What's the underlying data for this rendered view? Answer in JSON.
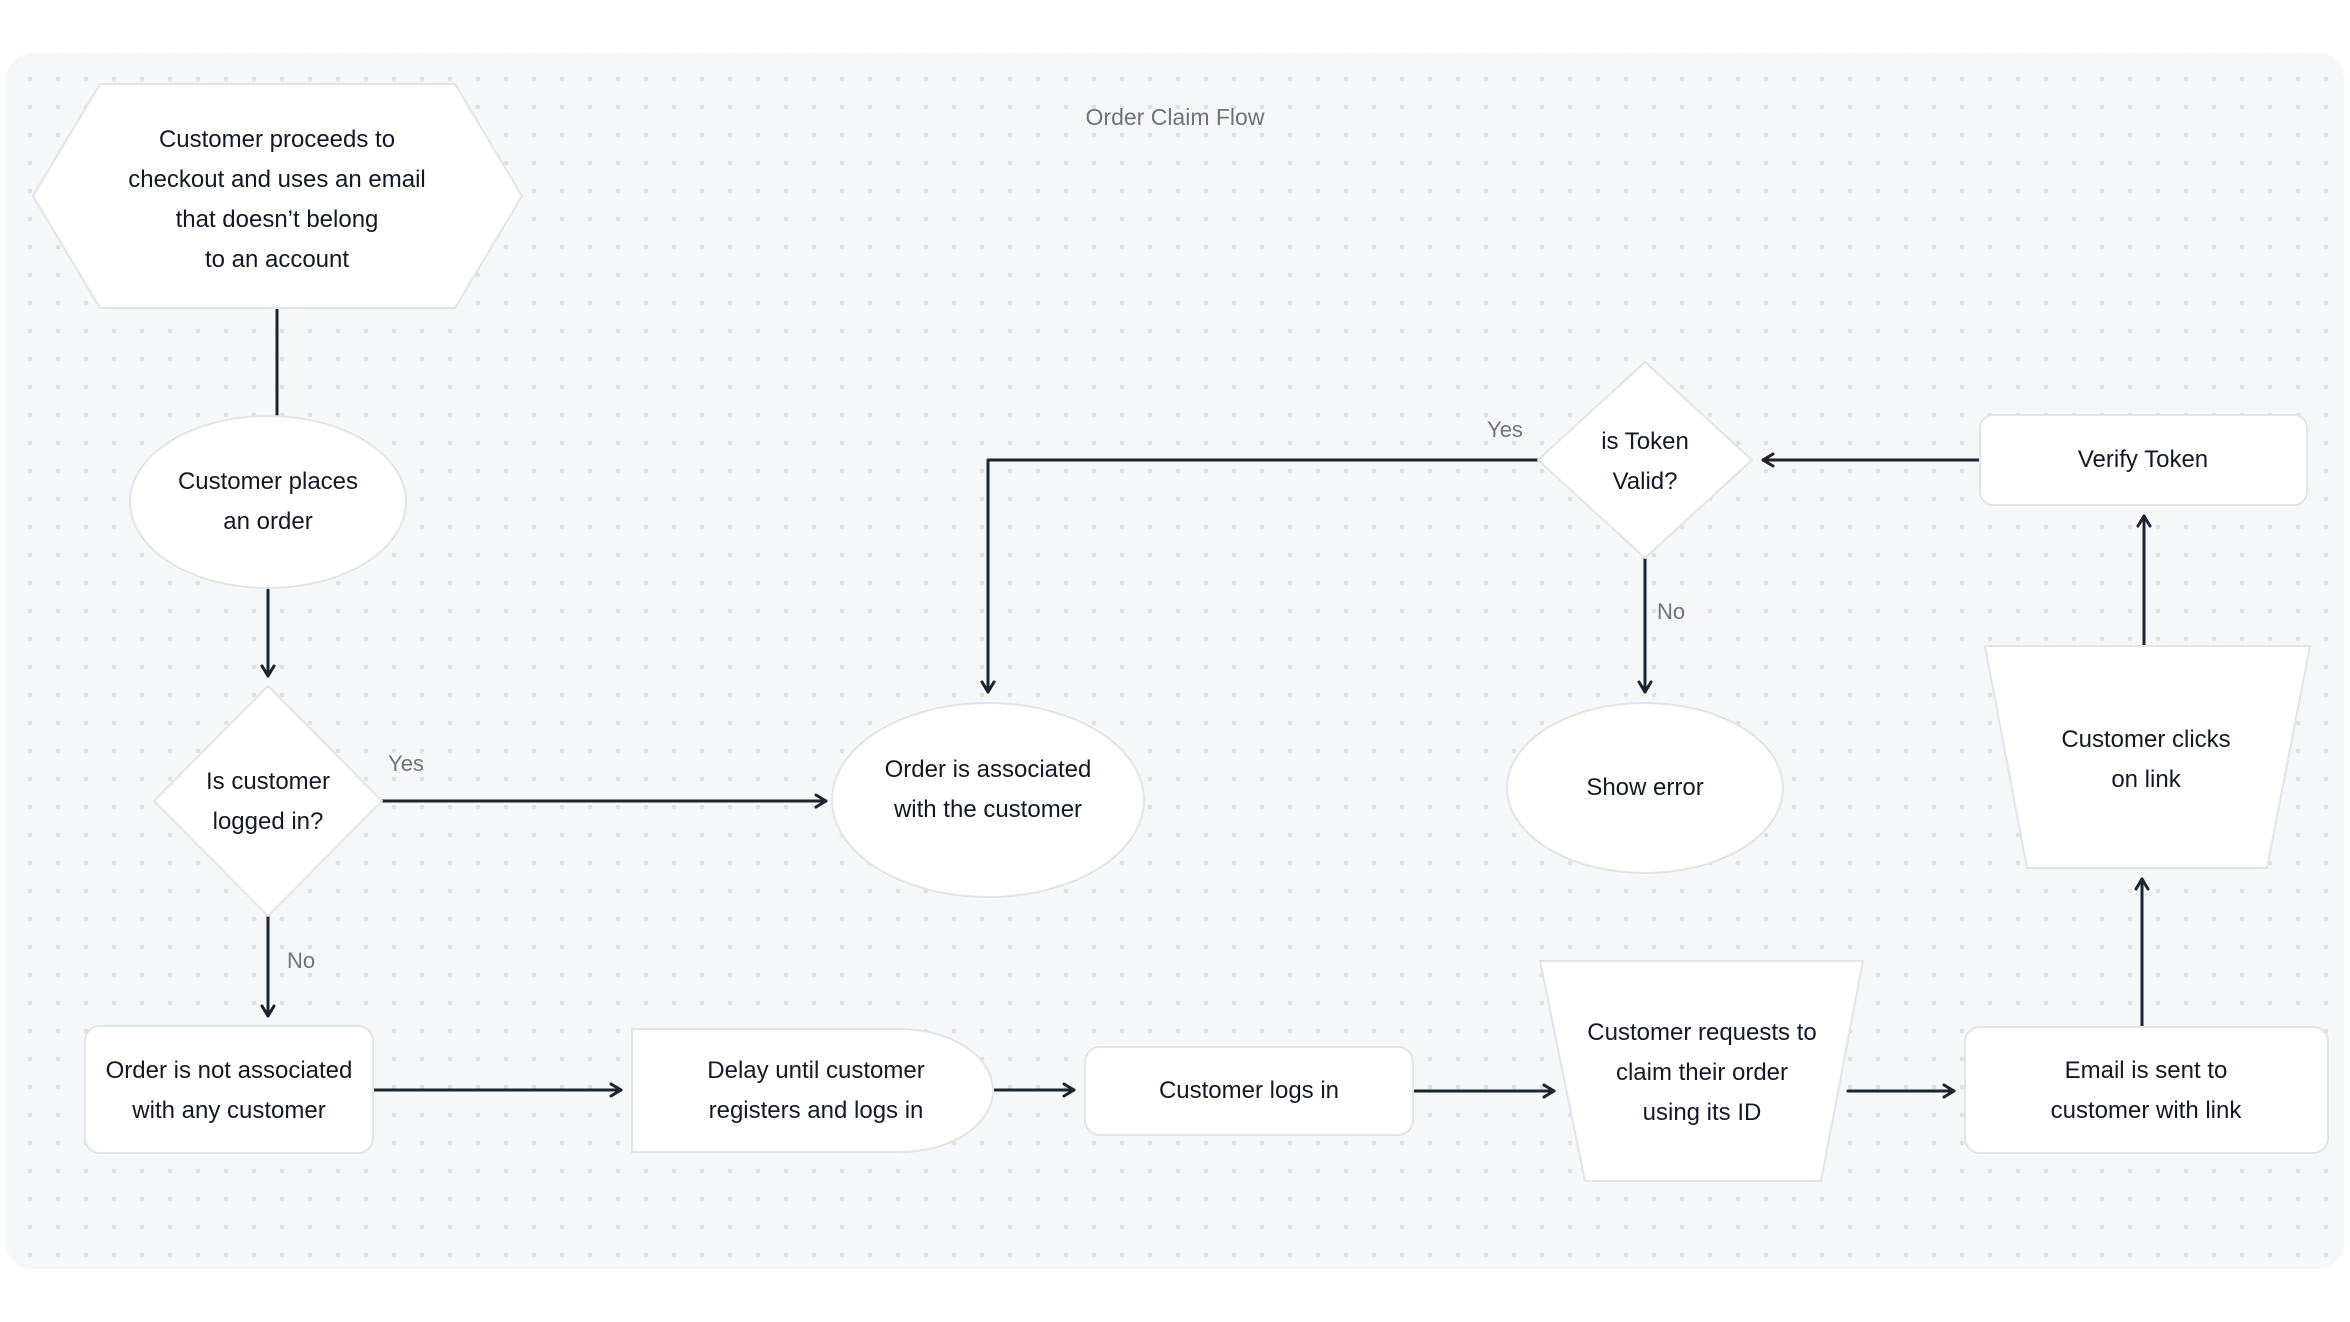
{
  "title": "Order Claim Flow",
  "nodes": {
    "checkout": {
      "shape": "hexagon",
      "lines": [
        "Customer proceeds to",
        "checkout and uses an email",
        "that doesn’t belong",
        "to an account"
      ]
    },
    "places_order": {
      "shape": "ellipse",
      "lines": [
        "Customer places",
        "an order"
      ]
    },
    "logged_in": {
      "shape": "diamond",
      "lines": [
        "Is customer",
        "logged in?"
      ]
    },
    "order_associated": {
      "shape": "ellipse",
      "lines": [
        "Order is associated",
        "with the customer"
      ]
    },
    "order_not_associated": {
      "shape": "rounded-rectangle",
      "lines": [
        "Order is not associated",
        "with any customer"
      ]
    },
    "delay": {
      "shape": "delay",
      "lines": [
        "Delay until customer",
        "registers and logs in"
      ]
    },
    "logs_in": {
      "shape": "rounded-rectangle",
      "lines": [
        "Customer logs in"
      ]
    },
    "claim_request": {
      "shape": "trapezoid",
      "lines": [
        "Customer requests to",
        "claim their order",
        "using its ID"
      ]
    },
    "email_sent": {
      "shape": "rounded-rectangle",
      "lines": [
        "Email is sent to",
        "customer with link"
      ]
    },
    "clicks_link": {
      "shape": "trapezoid",
      "lines": [
        "Customer clicks",
        "on link"
      ]
    },
    "verify_token": {
      "shape": "rounded-rectangle",
      "lines": [
        "Verify Token"
      ]
    },
    "token_valid": {
      "shape": "diamond",
      "lines": [
        "is Token",
        "Valid?"
      ]
    },
    "show_error": {
      "shape": "ellipse",
      "lines": [
        "Show error"
      ]
    }
  },
  "edge_labels": {
    "logged_in_yes": "Yes",
    "logged_in_no": "No",
    "token_valid_yes": "Yes",
    "token_valid_no": "No"
  },
  "colors": {
    "canvas_background": "#f6f7f9",
    "dot_grid": "#dee1e6",
    "node_fill": "#ffffff",
    "node_stroke": "#e1e5ea",
    "edge_stroke": "#1c2430",
    "text": "#121926",
    "muted_text": "#6e7580"
  }
}
